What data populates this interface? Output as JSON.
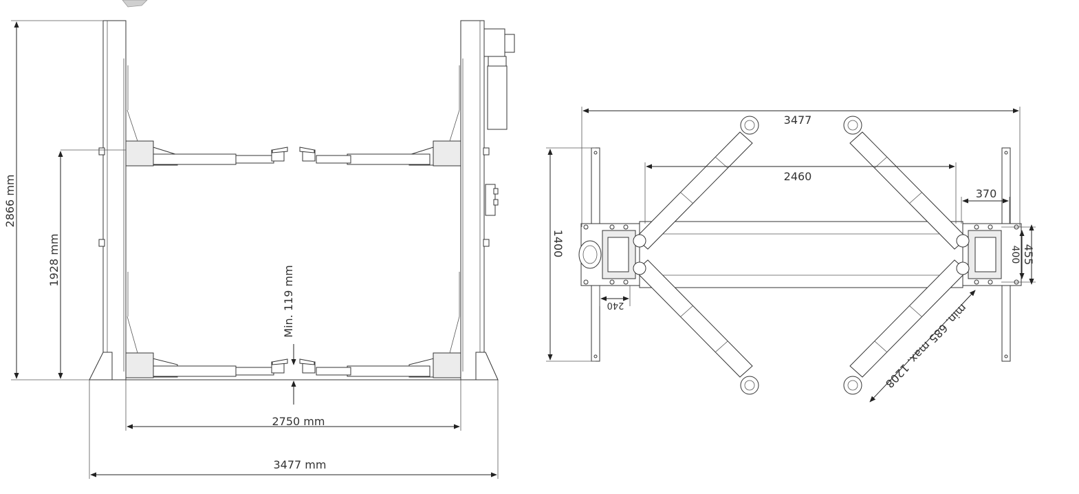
{
  "front_view": {
    "height_total": "2866 mm",
    "height_arm": "1928 mm",
    "min_height": "Min. 119 mm",
    "width_inner": "2750 mm",
    "width_outer": "3477 mm"
  },
  "top_view": {
    "width_total": "3477",
    "width_inner": "2460",
    "post_offset": "370",
    "depth": "1400",
    "base_plate_inner": "400",
    "base_plate_outer": "455",
    "foot_offset": "240",
    "arm_range": "min. 685 max. 1208"
  }
}
